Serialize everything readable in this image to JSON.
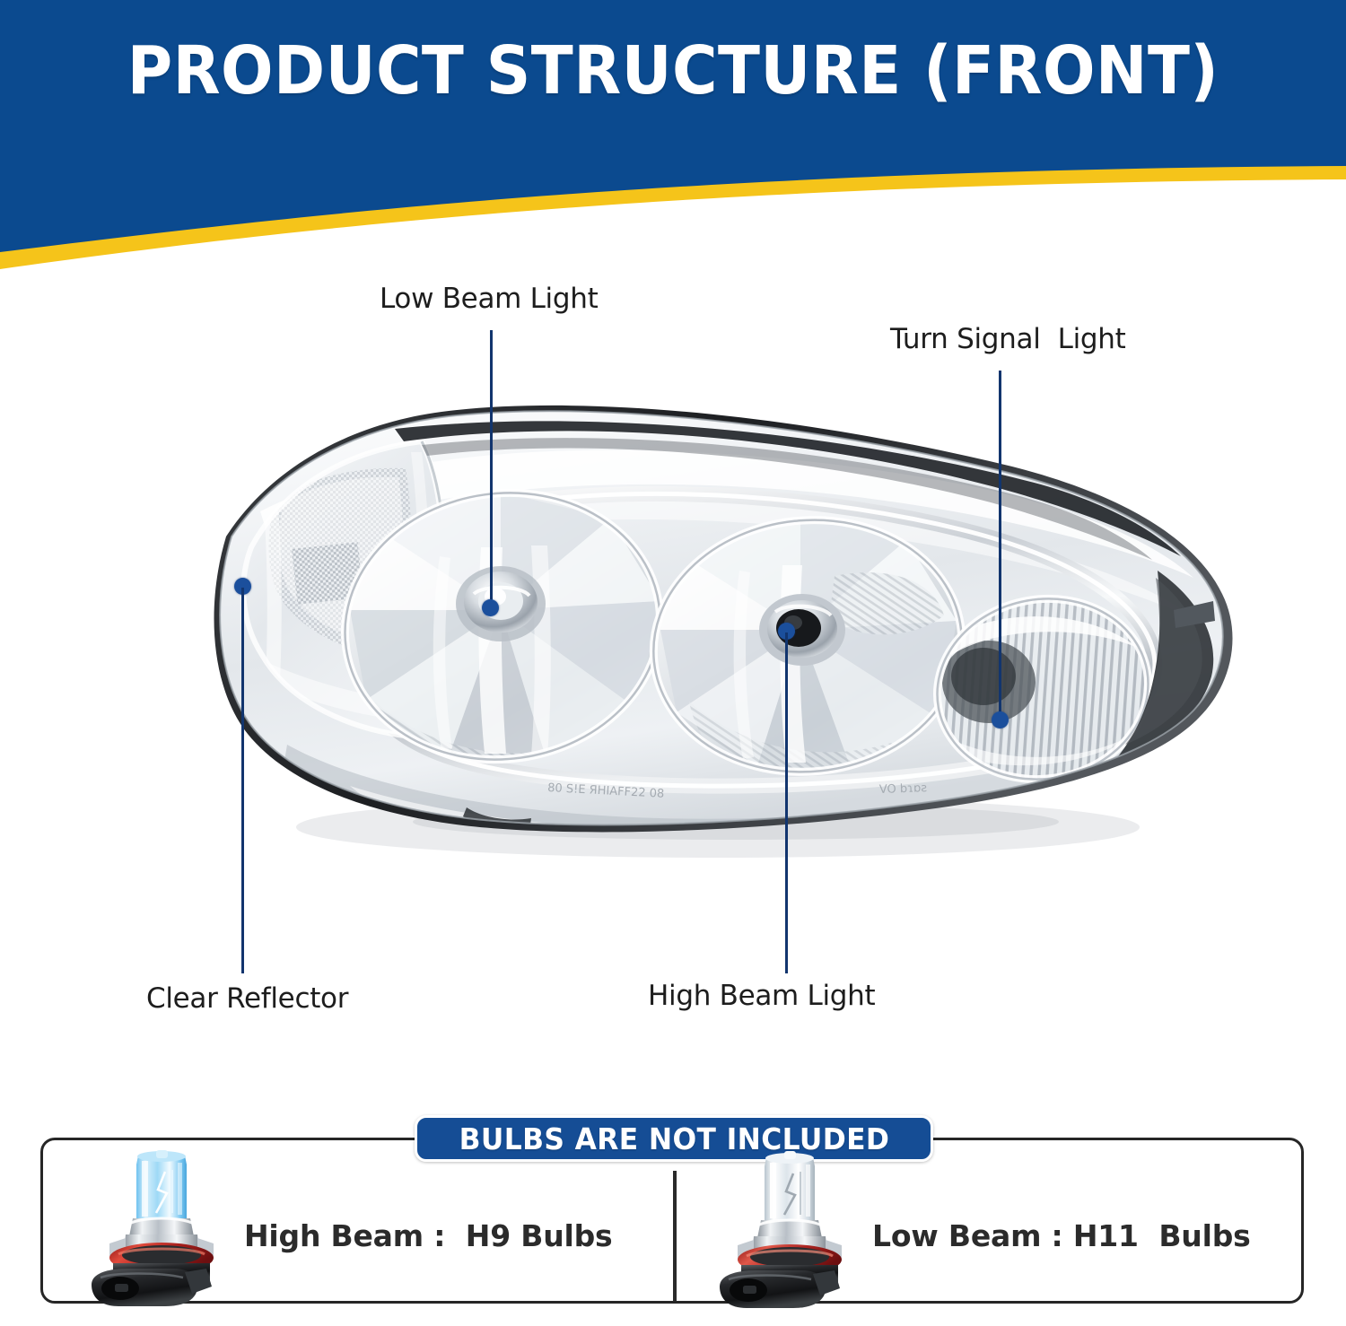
{
  "header": {
    "title": "PRODUCT STRUCTURE (FRONT)",
    "banner_blue": "#0b4a8f",
    "banner_yellow": "#f5c41a"
  },
  "callouts": [
    {
      "id": "low-beam",
      "label": "Low Beam Light",
      "dot_color": "#1b4f9c"
    },
    {
      "id": "turn-signal",
      "label": "Turn Signal  Light",
      "dot_color": "#1b4f9c"
    },
    {
      "id": "clear-reflector",
      "label": "Clear Reflector",
      "dot_color": "#1b4f9c"
    },
    {
      "id": "high-beam",
      "label": "High Beam Light",
      "dot_color": "#1b4f9c"
    }
  ],
  "bulbs_section": {
    "badge_label": "BULBS ARE NOT INCLUDED",
    "badge_color": "#154d95",
    "items": [
      {
        "id": "high-beam-bulb",
        "caption": "High Beam :  H9 Bulbs",
        "glass_color": "#a8d8f5",
        "icon": "halogen-bulb-icon"
      },
      {
        "id": "low-beam-bulb",
        "caption": "Low Beam : H11  Bulbs",
        "glass_color": "#eef4f8",
        "icon": "halogen-bulb-icon"
      }
    ]
  },
  "product": {
    "name": "chrome-housing-headlight-assembly",
    "lens_color": "#e9ecef",
    "housing_color": "#cfd4d9"
  }
}
